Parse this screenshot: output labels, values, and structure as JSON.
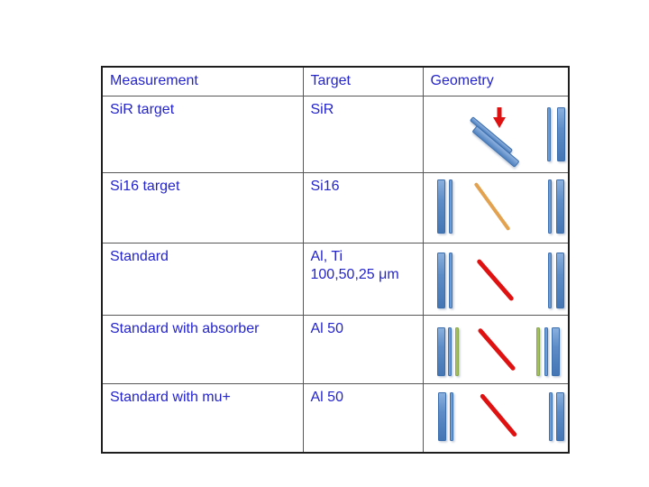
{
  "slide": {
    "background": "#ffffff"
  },
  "colors": {
    "text_blue": "#2424cc",
    "table_outer_border": "#1e1e1e",
    "table_inner_border": "#575757",
    "detector_bar_blue": "#4f81bd",
    "detector_bar_blue_light": "#8fb2e0",
    "absorber_bar_green": "#a3bd60",
    "beam_track_red": "#e01111",
    "target_track_orange": "#e2a24f",
    "beam_arrow_red": "#e01111"
  },
  "table": {
    "headers": [
      "Measurement",
      "Target",
      "Geometry"
    ],
    "rows": [
      {
        "measurement": "SiR target",
        "target": "SiR",
        "geometry": {
          "description": "Tilted two-layer SiR target with red beam arrow pointing down; thin + thick detector bars at right",
          "left": [
            "tilted-thin-bar",
            "tilted-thick-bar",
            "red-down-arrow"
          ],
          "center": "",
          "right": [
            "thin-blue-bar",
            "thick-blue-bar"
          ]
        }
      },
      {
        "measurement": "Si16 target",
        "target": "Si16",
        "geometry": {
          "description": "Thick + thin detector bars left, orange diagonal target track in middle, thin + thick detector bars right",
          "left": [
            "thick-blue-bar",
            "thin-blue-bar"
          ],
          "center": "orange-diagonal-track",
          "right": [
            "thin-blue-bar",
            "thick-blue-bar"
          ]
        }
      },
      {
        "measurement": "Standard",
        "target": "Al, Ti\n100,50,25 μm",
        "geometry": {
          "description": "Thick + thin detector bars left, red diagonal beam track in middle, thin + thick detector bars right",
          "left": [
            "thick-blue-bar",
            "thin-blue-bar"
          ],
          "center": "red-diagonal-track",
          "right": [
            "thin-blue-bar",
            "thick-blue-bar"
          ]
        }
      },
      {
        "measurement": "Standard with absorber",
        "target": "Al 50",
        "geometry": {
          "description": "Thick blue + thin blue + green absorber bars left, red diagonal beam track in middle, green + thin blue + thick blue bars right",
          "left": [
            "thick-blue-bar",
            "thin-blue-bar",
            "green-absorber-bar"
          ],
          "center": "red-diagonal-track",
          "right": [
            "green-absorber-bar",
            "thin-blue-bar",
            "thick-blue-bar"
          ]
        }
      },
      {
        "measurement": "Standard with mu+",
        "target": "Al 50",
        "geometry": {
          "description": "Thick + thin detector bars left, red diagonal beam track in middle, thin + thick detector bars right",
          "left": [
            "thick-blue-bar",
            "thin-blue-bar"
          ],
          "center": "red-diagonal-track",
          "right": [
            "thin-blue-bar",
            "thick-blue-bar"
          ]
        }
      }
    ]
  }
}
